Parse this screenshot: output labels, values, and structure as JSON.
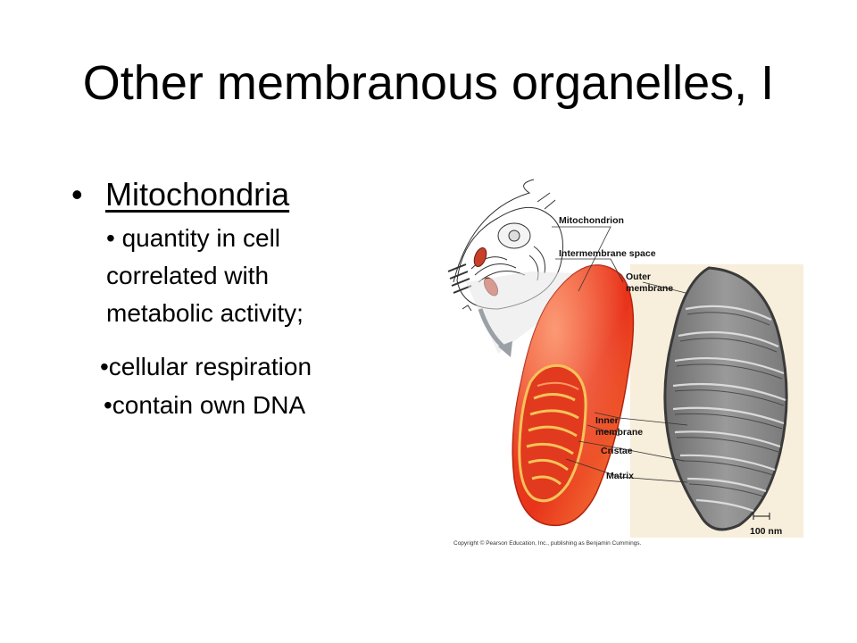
{
  "slide": {
    "title": "Other membranous organelles, I",
    "bullet": "Mitochondria",
    "sub1_line1": "• quantity in cell",
    "sub1_line2": "correlated with",
    "sub1_line3": "metabolic activity;",
    "sub2": "•cellular respiration",
    "sub3": "•contain own DNA"
  },
  "figure": {
    "labels": {
      "mitochondrion": "Mitochondrion",
      "intermembrane": "Intermembrane space",
      "outer1": "Outer",
      "outer2": "membrane",
      "inner1": "Inner",
      "inner2": "membrane",
      "cristae": "Cristae",
      "matrix": "Matrix",
      "scale": "100 nm"
    },
    "copyright": "Copyright © Pearson Education, Inc., publishing as Benjamin Cummings."
  }
}
